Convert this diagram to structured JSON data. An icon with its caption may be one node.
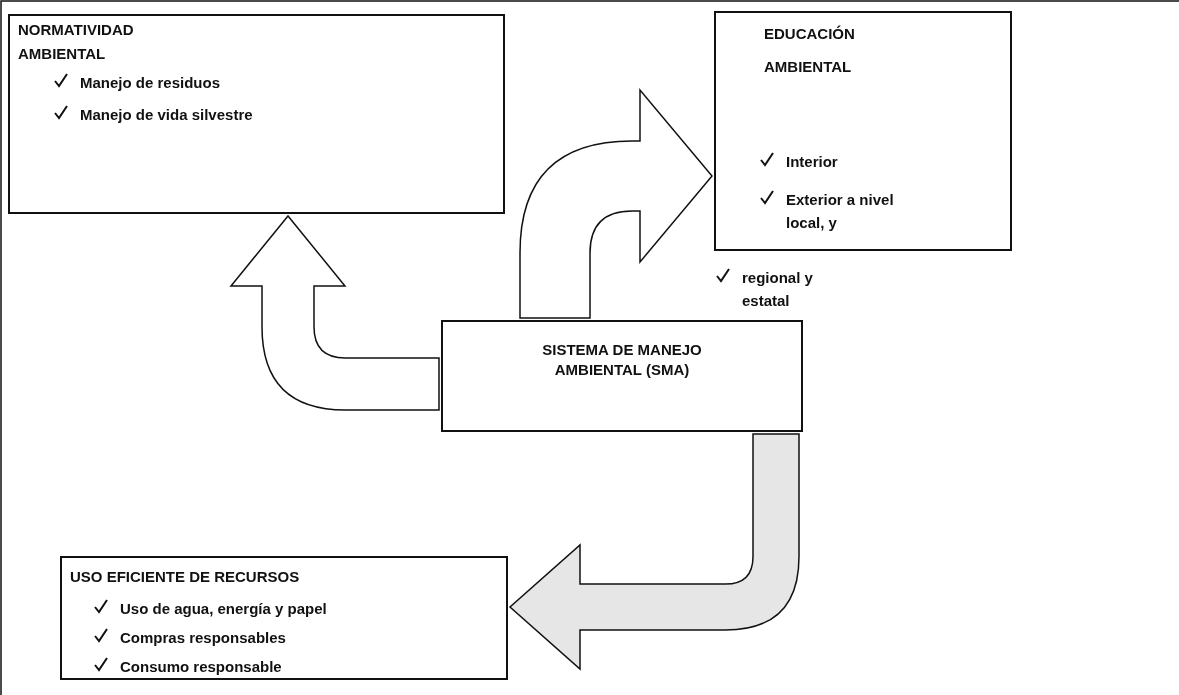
{
  "diagram": {
    "nodes": [
      {
        "text": [
          "NORMATIVIDAD AMBIENTAL",
          "Manejo de residuos",
          "Manejo de vida silvestre"
        ]
      },
      {
        "text": [
          "EDUCACIÓN AMBIENTAL",
          "Interior",
          "Exterior a nivel local, y"
        ],
        "beside": [
          "regional y estatal"
        ]
      },
      {
        "text": [
          "SISTEMA DE MANEJO AMBIENTAL (SMA)"
        ]
      },
      {
        "text": [
          "USO EFICIENTE DE RECURSOS",
          "Uso de agua, energía y papel",
          "Compras responsables",
          "Consumo responsable"
        ]
      }
    ],
    "edges": [
      {
        "from": 2,
        "to": 0,
        "arrow": "to"
      },
      {
        "from": 2,
        "to": 1,
        "arrow": "to"
      },
      {
        "from": 2,
        "to": 3,
        "arrow": "to",
        "color": "#e6e6e6"
      }
    ]
  }
}
